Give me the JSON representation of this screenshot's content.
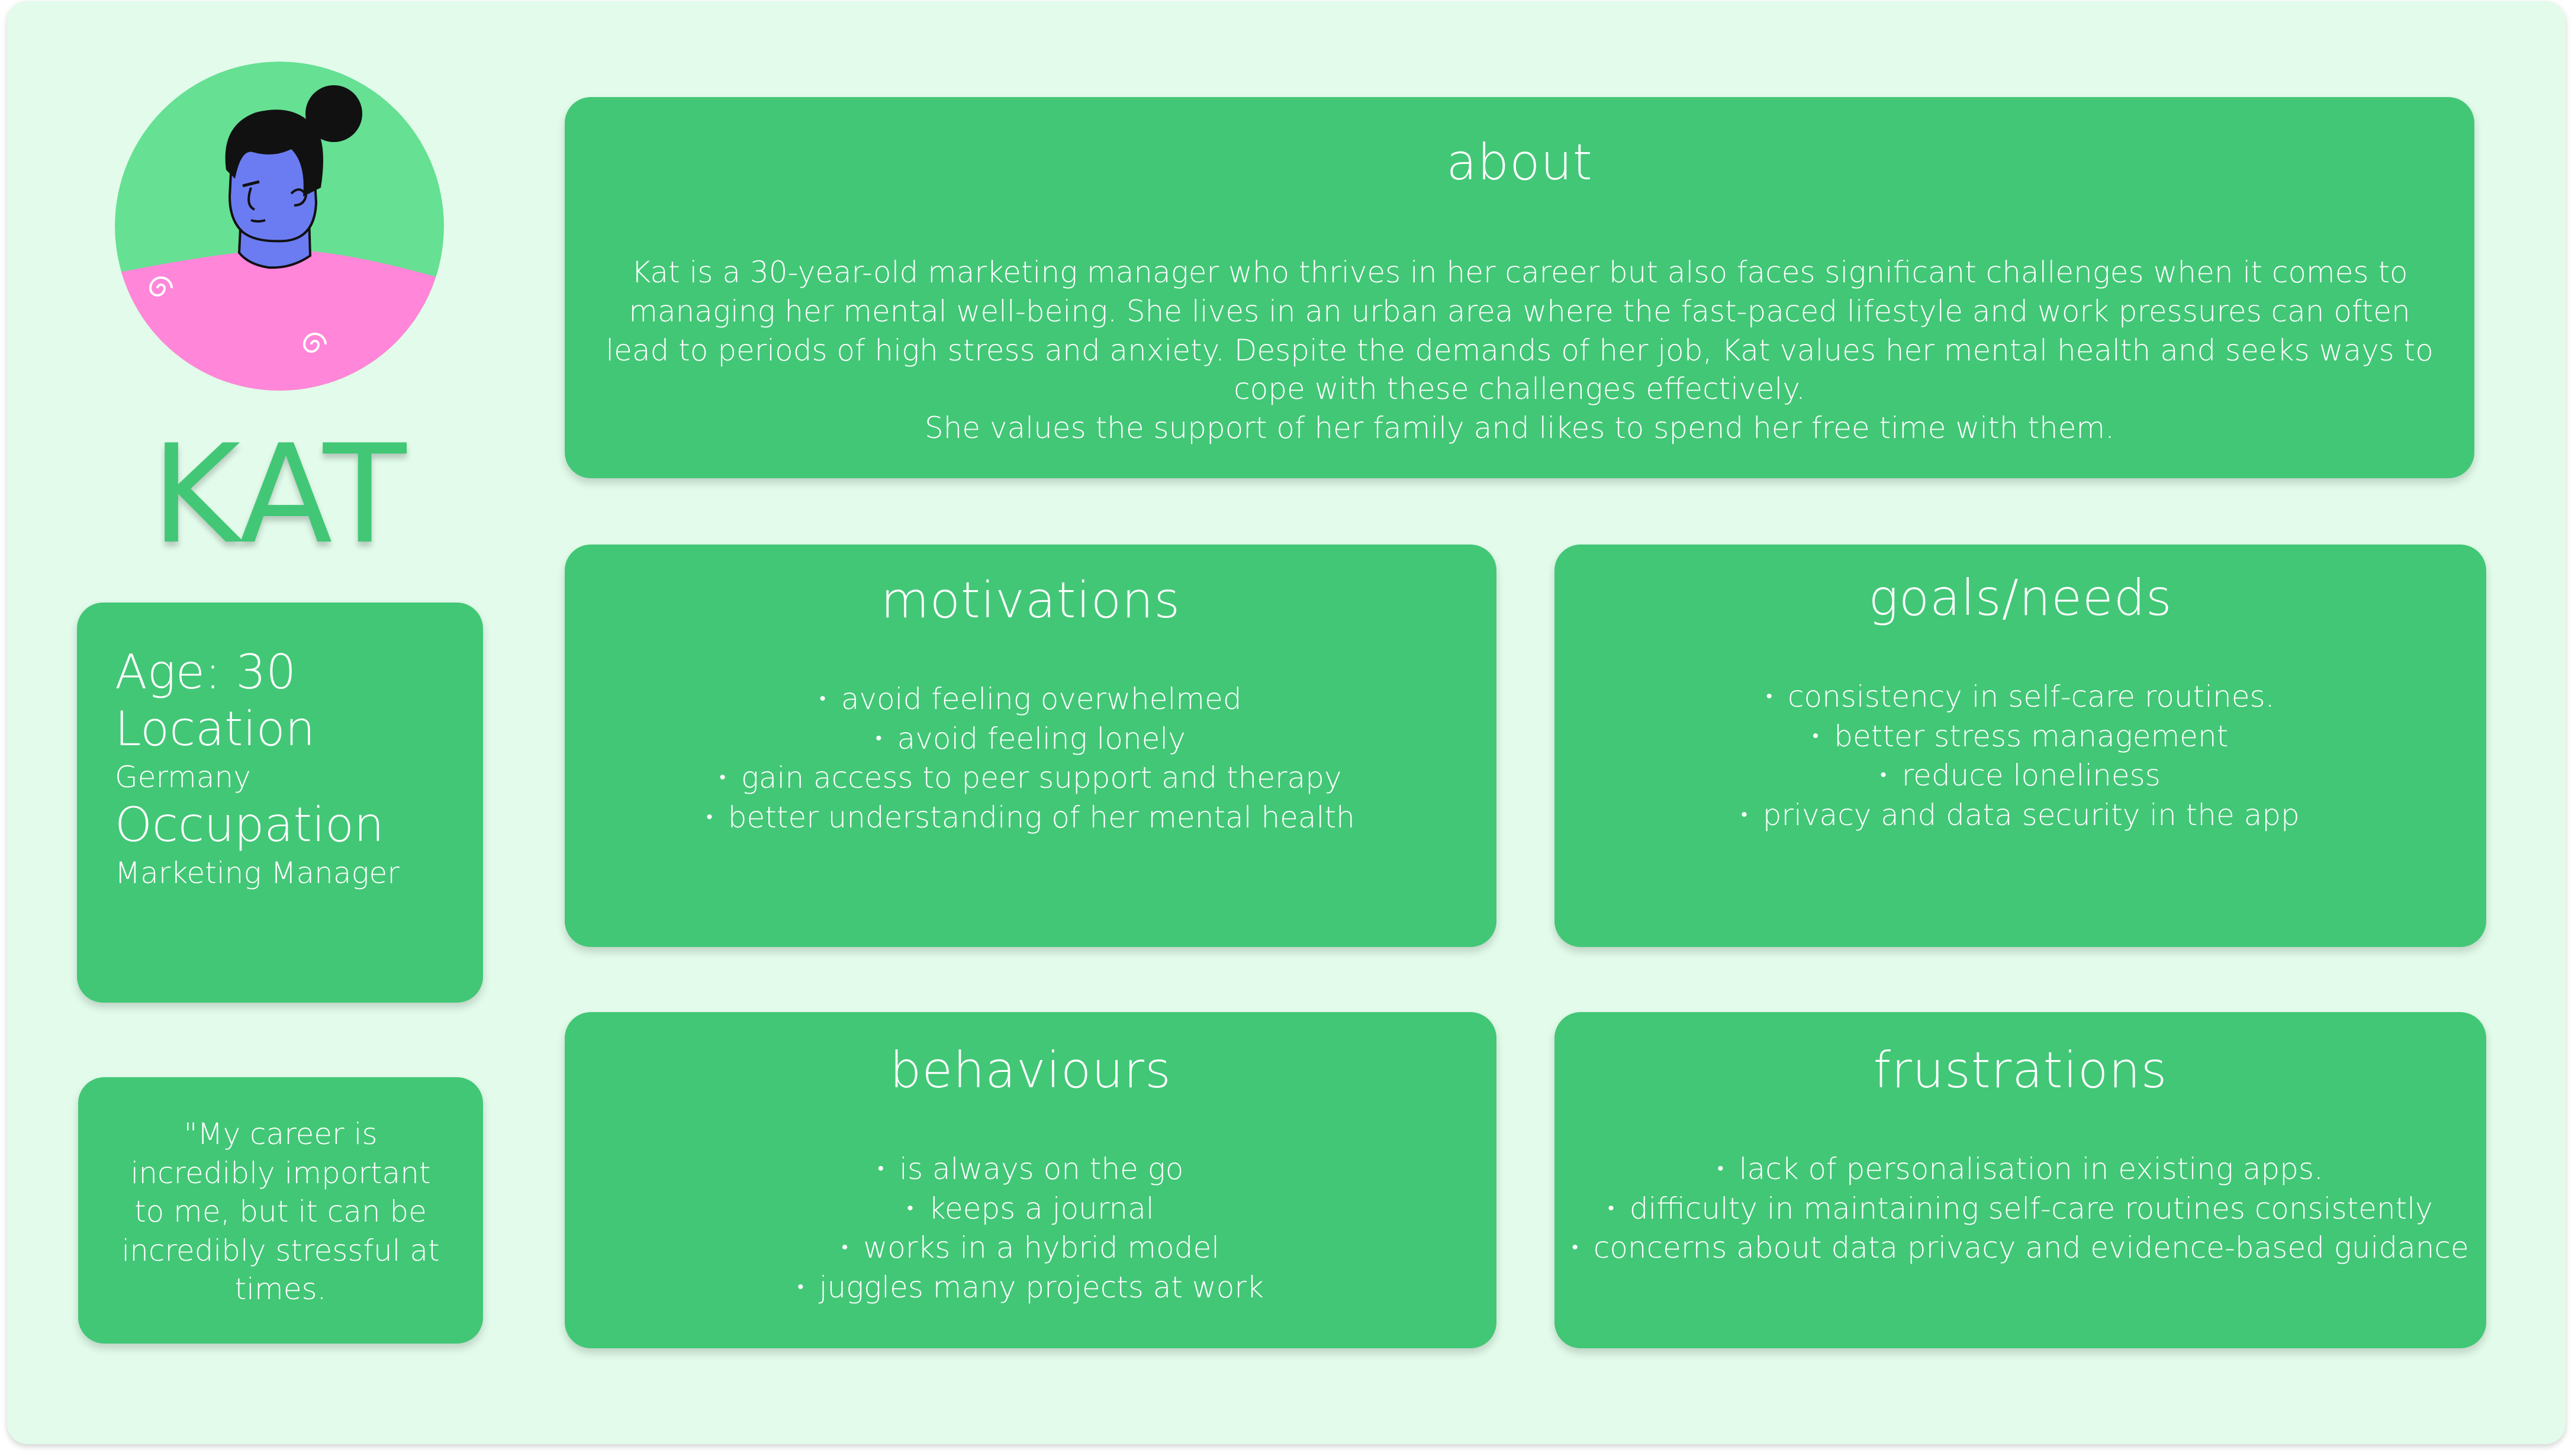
{
  "persona": {
    "name": "KAT"
  },
  "info": {
    "age_line": "Age: 30",
    "location_label": "Location",
    "location_value": "Germany",
    "occupation_label": "Occupation",
    "occupation_value": "Marketing Manager"
  },
  "quote": "\"My career is incredibly important to me, but it can be incredibly stressful at times.",
  "about": {
    "title": "about",
    "text": "Kat is a 30-year-old marketing manager who thrives in her career but also faces significant challenges when it comes to managing her mental well-being. She lives in an urban area where the fast-paced lifestyle and work pressures can often lead to periods of high stress and anxiety. Despite the demands of her job, Kat values her mental health and seeks ways to cope with these challenges effectively.",
    "text2": "She values the support of her family and likes to spend her free time with them."
  },
  "motivations": {
    "title": "motivations",
    "items": [
      "avoid feeling overwhelmed",
      "avoid feeling lonely",
      "gain access to peer support and therapy",
      "better understanding of her mental health"
    ]
  },
  "goals": {
    "title": "goals/needs",
    "items": [
      "consistency in self-care routines.",
      "better stress management",
      "reduce loneliness",
      "privacy and data security in the app"
    ]
  },
  "behaviours": {
    "title": "behaviours",
    "items": [
      "is always on the go",
      "keeps a journal",
      "works in a hybrid model",
      "juggles many projects at work"
    ]
  },
  "frustrations": {
    "title": "frustrations",
    "items": [
      "lack of personalisation in existing apps.",
      "difficulty in maintaining self-care routines consistently",
      "concerns about data privacy and evidence-based guidance"
    ]
  },
  "colors": {
    "background": "#e2fbea",
    "card": "#42c776",
    "avatar_bg": "#66e093",
    "skin": "#6b7cf2",
    "shirt": "#ff86d8",
    "hair": "#111111"
  }
}
